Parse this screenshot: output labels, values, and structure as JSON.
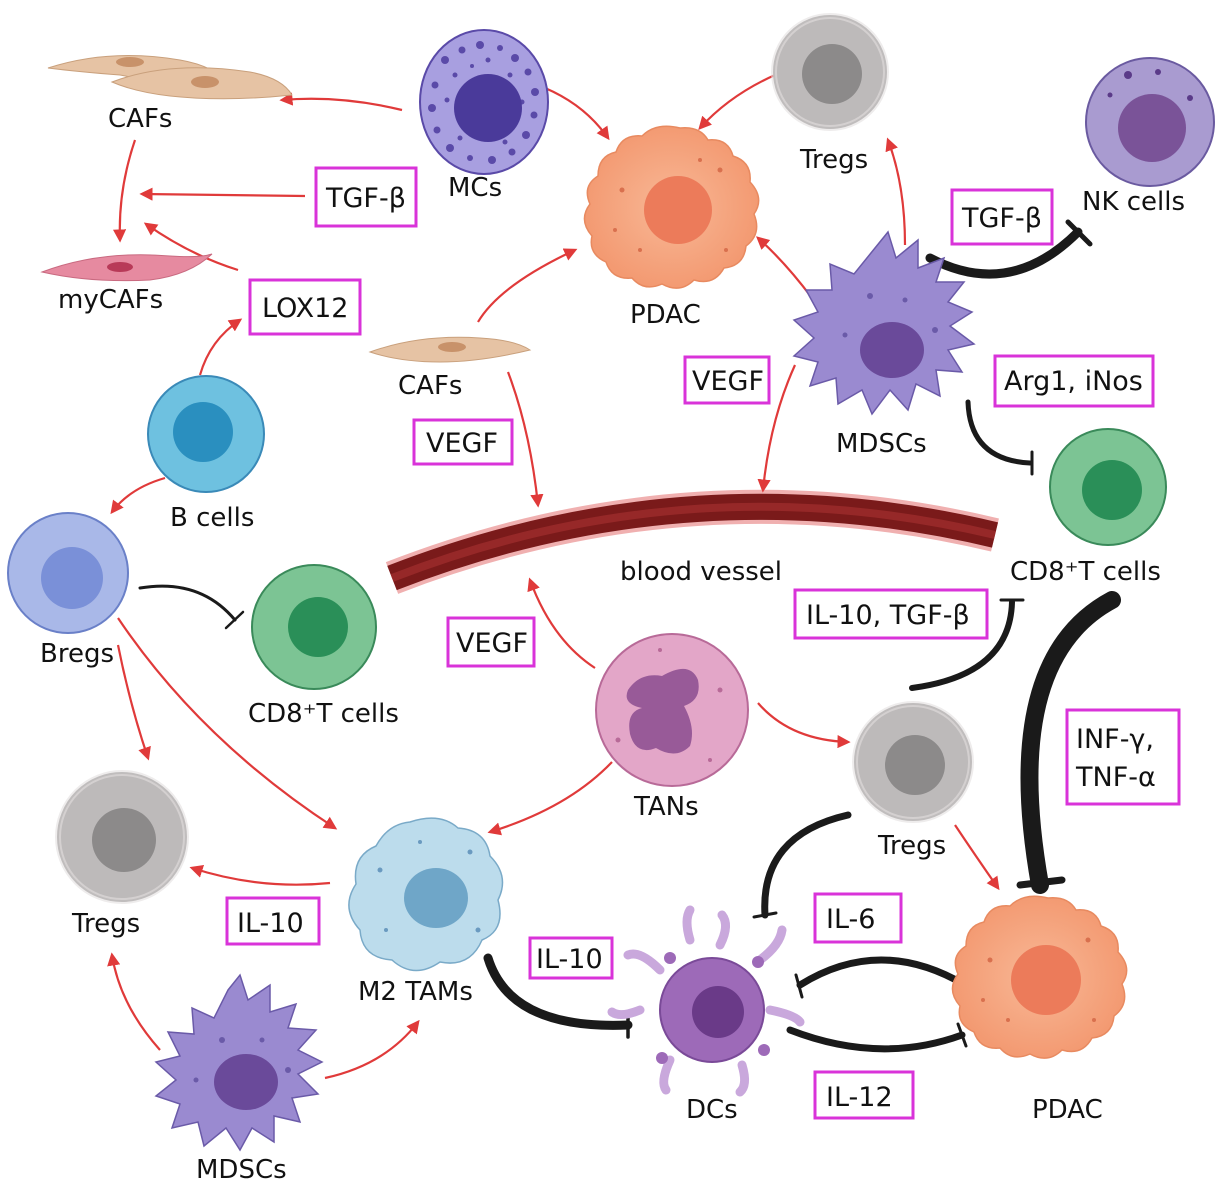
{
  "colors": {
    "activation_arrow": "#e03a3a",
    "inhibition_line": "#1a1a1a",
    "cytokine_box": "#d933d9",
    "blood_vessel": "#7a1a1a",
    "pdac": "#f4a07a",
    "mdsc": "#9a8ad0",
    "treg": "#bdbaba",
    "cd8_t": "#7cc494",
    "b_cell": "#6ec1e0",
    "breg": "#a9b8e8",
    "nk": "#a99bd0",
    "mc": "#8a7ed0",
    "tan": "#e3a6c8",
    "tam": "#bcdcec",
    "dc": "#9d6ab8",
    "caf": "#e6c3a4",
    "mycaf": "#e68aa0"
  },
  "cells": [
    {
      "id": "cafs-top",
      "label": "CAFs",
      "icon": "caf-icon"
    },
    {
      "id": "mycafs",
      "label": "myCAFs",
      "icon": "mycaf-icon"
    },
    {
      "id": "mcs",
      "label": "MCs",
      "icon": "mast-cell-icon"
    },
    {
      "id": "pdac-top",
      "label": "PDAC",
      "icon": "pdac-tumor-icon"
    },
    {
      "id": "tregs-top",
      "label": "Tregs",
      "icon": "treg-icon"
    },
    {
      "id": "nk-cells",
      "label": "NK cells",
      "icon": "nk-cell-icon"
    },
    {
      "id": "mdscs-top",
      "label": "MDSCs",
      "icon": "mdsc-icon"
    },
    {
      "id": "cafs-mid",
      "label": "CAFs",
      "icon": "caf-icon"
    },
    {
      "id": "b-cells",
      "label": "B cells",
      "icon": "b-cell-icon"
    },
    {
      "id": "cd8-right",
      "label": "CD8⁺T cells",
      "icon": "cd8-t-cell-icon"
    },
    {
      "id": "bregs",
      "label": "Bregs",
      "icon": "breg-icon"
    },
    {
      "id": "cd8-left",
      "label": "CD8⁺T cells",
      "icon": "cd8-t-cell-icon"
    },
    {
      "id": "tans",
      "label": "TANs",
      "icon": "tan-icon"
    },
    {
      "id": "tregs-mid",
      "label": "Tregs",
      "icon": "treg-icon"
    },
    {
      "id": "tregs-left",
      "label": "Tregs",
      "icon": "treg-icon"
    },
    {
      "id": "m2-tams",
      "label": "M2 TAMs",
      "icon": "tam-icon"
    },
    {
      "id": "mdscs-bottom",
      "label": "MDSCs",
      "icon": "mdsc-icon"
    },
    {
      "id": "dcs",
      "label": "DCs",
      "icon": "dendritic-cell-icon"
    },
    {
      "id": "pdac-bottom",
      "label": "PDAC",
      "icon": "pdac-tumor-icon"
    }
  ],
  "vessel": {
    "label": "blood vessel",
    "icon": "blood-vessel-icon"
  },
  "cytokines": [
    {
      "id": "tgfb-caf",
      "text": "TGF-β"
    },
    {
      "id": "lox12",
      "text": "LOX12"
    },
    {
      "id": "tgfb-nk",
      "text": "TGF-β"
    },
    {
      "id": "vegf-mdsc",
      "text": "VEGF"
    },
    {
      "id": "arg1-inos",
      "text": "Arg1, iNos"
    },
    {
      "id": "vegf-caf",
      "text": "VEGF"
    },
    {
      "id": "il10-tgfb",
      "text": "IL-10, TGF-β"
    },
    {
      "id": "vegf-tan",
      "text": "VEGF"
    },
    {
      "id": "inf-tnf",
      "lines": [
        "INF-γ,",
        "TNF-α"
      ]
    },
    {
      "id": "il10-tam",
      "text": "IL-10"
    },
    {
      "id": "il6",
      "text": "IL-6"
    },
    {
      "id": "il10-dc",
      "text": "IL-10"
    },
    {
      "id": "il12",
      "text": "IL-12"
    }
  ]
}
